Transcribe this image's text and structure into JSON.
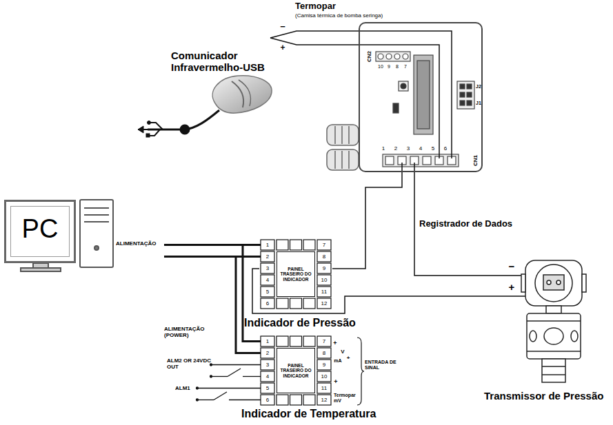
{
  "diagram": {
    "nodes": [
      {
        "text": [
          "PC"
        ]
      },
      {
        "text": [
          "Comunicador Infravermelho-USB"
        ]
      },
      {
        "text": [
          "Termopar",
          "(Camisa térmica de bomba seringa)"
        ]
      },
      {
        "text": [
          "Registrador de Dados"
        ]
      },
      {
        "text": [
          "PAINEL TRASEIRO DO INDICADOR",
          "Indicador de Pressão"
        ]
      },
      {
        "text": [
          "PAINEL TRASEIRO DO INDICADOR",
          "Indicador de Temperatura"
        ]
      },
      {
        "text": [
          "Transmissor de Pressão"
        ]
      }
    ],
    "edges": [
      {
        "from": 2,
        "to": 3,
        "arrow": "none"
      },
      {
        "from": 2,
        "to": 3,
        "arrow": "none"
      },
      {
        "from": 4,
        "to": 3,
        "arrow": "none"
      },
      {
        "from": 3,
        "to": 6,
        "arrow": "none"
      },
      {
        "from": 6,
        "to": 4,
        "arrow": "none"
      }
    ],
    "labels": [
      "−",
      "+",
      "CN2",
      "10",
      "9",
      "8",
      "7",
      "1",
      "2",
      "3",
      "4",
      "5",
      "6",
      "CN1",
      "J2",
      "J1",
      "ALIMENTAÇÃO",
      "1",
      "2",
      "3",
      "4",
      "5",
      "6",
      "7",
      "8",
      "9",
      "10",
      "11",
      "12",
      "−",
      "+",
      "ALIMENTAÇÃO (POWER)",
      "ALM2 OR 24VDC OUT",
      "ALM1",
      "1",
      "2",
      "3",
      "4",
      "5",
      "6",
      "7",
      "8",
      "9",
      "10",
      "11",
      "12",
      "+",
      "V",
      "mA",
      "+",
      "+",
      "Termopar mV",
      "ENTRADA DE SINAL"
    ]
  }
}
